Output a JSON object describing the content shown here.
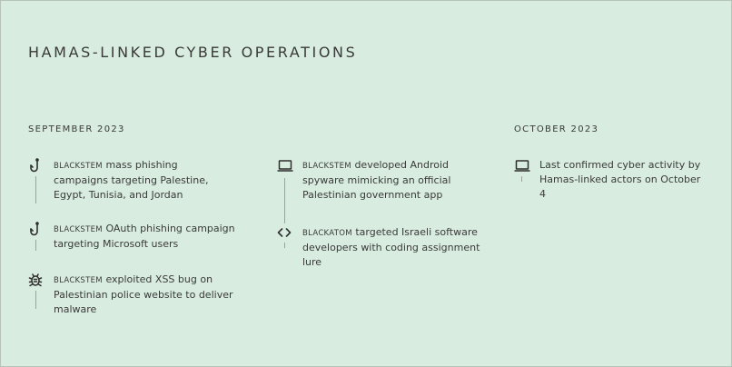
{
  "title": "HAMAS-LINKED CYBER OPERATIONS",
  "columns": [
    {
      "month": "SEPTEMBER 2023",
      "events": [
        {
          "icon": "fishhook-icon",
          "actor": "BLACKSTEM",
          "text": "mass phishing campaigns targeting Palestine, Egypt, Tunisia, and Jordan"
        },
        {
          "icon": "fishhook-icon",
          "actor": "BLACKSTEM",
          "text": "OAuth phishing campaign targeting Microsoft users"
        },
        {
          "icon": "bug-icon",
          "actor": "BLACKSTEM",
          "text": "exploited XSS bug on Palestinian police website to deliver malware"
        }
      ]
    },
    {
      "month": "",
      "events": [
        {
          "icon": "laptop-icon",
          "actor": "BLACKSTEM",
          "text": "developed Android spyware mimicking an official Palestinian government app"
        },
        {
          "icon": "code-icon",
          "actor": "BLACKATOM",
          "text": "targeted Israeli software developers with coding assignment lure"
        }
      ]
    },
    {
      "month": "OCTOBER 2023",
      "events": [
        {
          "icon": "laptop-icon",
          "actor": "",
          "text": "Last confirmed cyber activity by Hamas-linked actors on October 4"
        }
      ]
    }
  ]
}
